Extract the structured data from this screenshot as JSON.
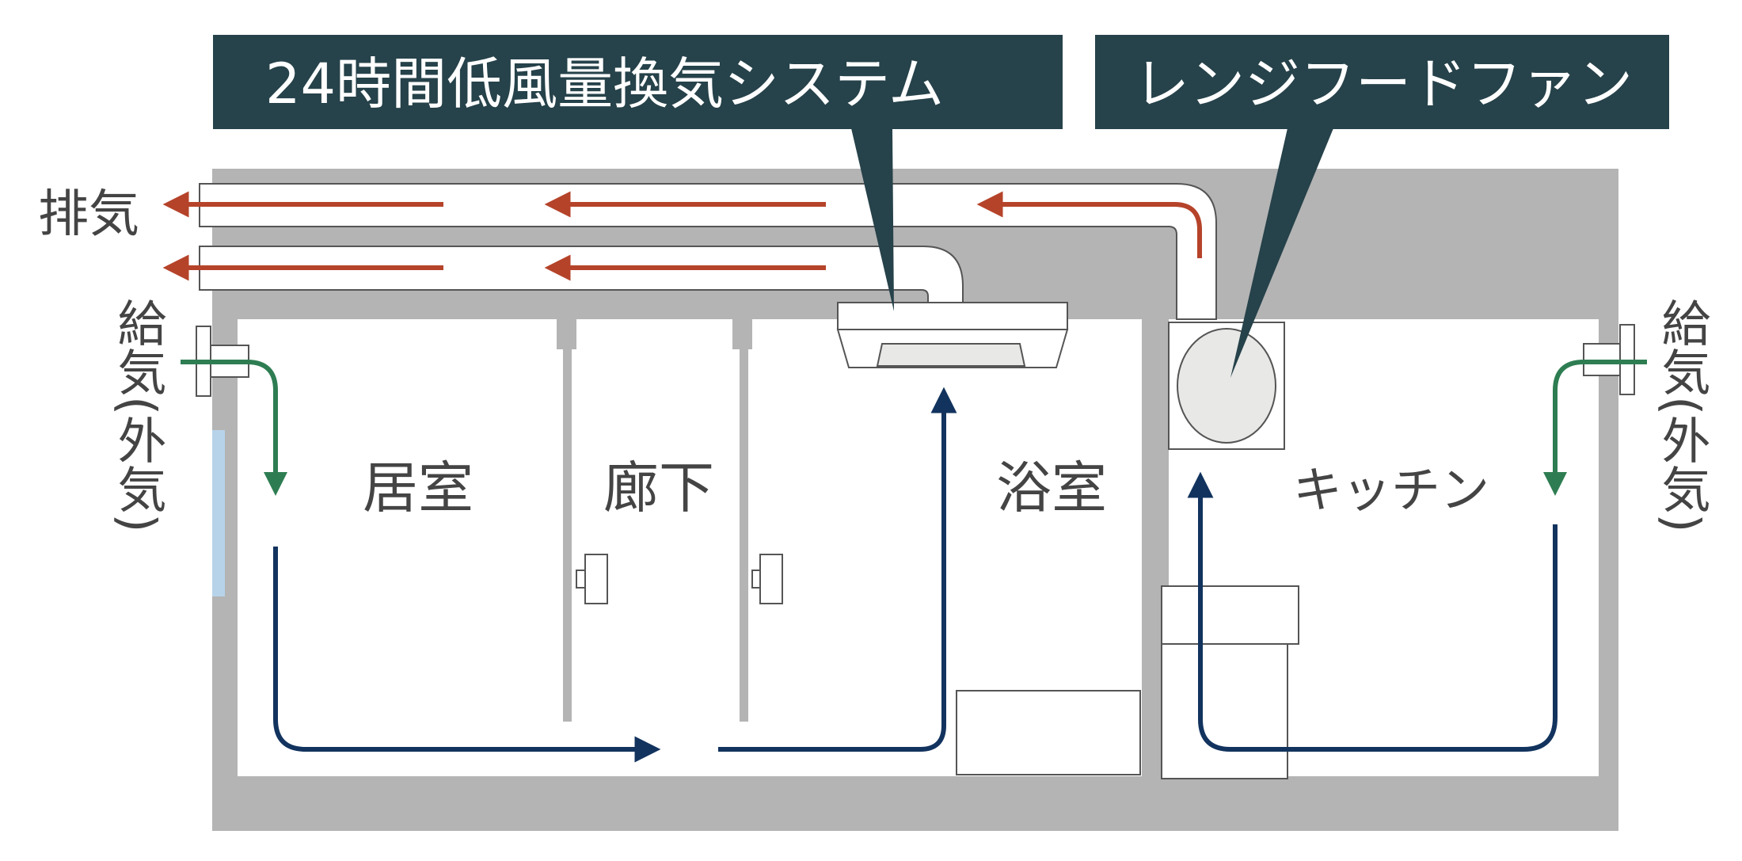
{
  "callouts": {
    "ventilation_system": "24時間低風量換気システム",
    "range_hood_fan": "レンジフードファン"
  },
  "labels": {
    "exhaust": "排気",
    "supply_left": "給気(外気)",
    "supply_right": "給気(外気)"
  },
  "rooms": {
    "living_room": "居室",
    "hallway": "廊下",
    "bathroom": "浴室",
    "kitchen": "キッチン"
  },
  "colors": {
    "callout_bg": "#26424a",
    "callout_text": "#ffffff",
    "structure_gray": "#b4b4b4",
    "exhaust_arrow": "#b5432a",
    "supply_arrow": "#2e7d52",
    "indoor_flow": "#12335e",
    "window_blue": "#b7d3ea",
    "label_text": "#444444"
  }
}
